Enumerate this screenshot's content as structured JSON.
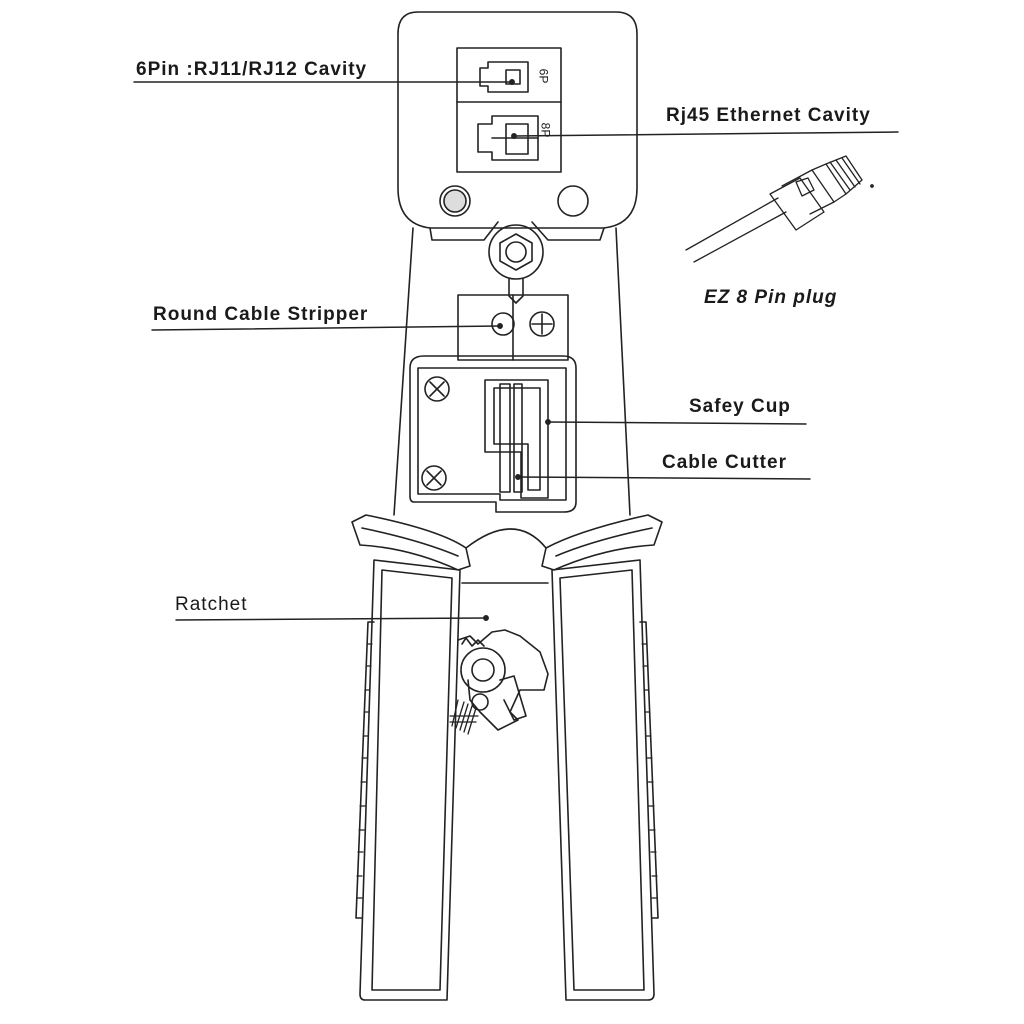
{
  "labels": {
    "rj11": "6Pin :RJ11/RJ12 Cavity",
    "rj45": "Rj45 Ethernet Cavity",
    "plug": "EZ 8 Pin plug",
    "stripper": "Round Cable Stripper",
    "safety_cup": "Safey Cup",
    "cutter": "Cable Cutter",
    "ratchet": "Ratchet"
  },
  "cavity_marks": {
    "six_pin": "6P",
    "eight_pin": "8P"
  },
  "colors": {
    "ink": "#1a1a1a",
    "background": "#ffffff"
  }
}
